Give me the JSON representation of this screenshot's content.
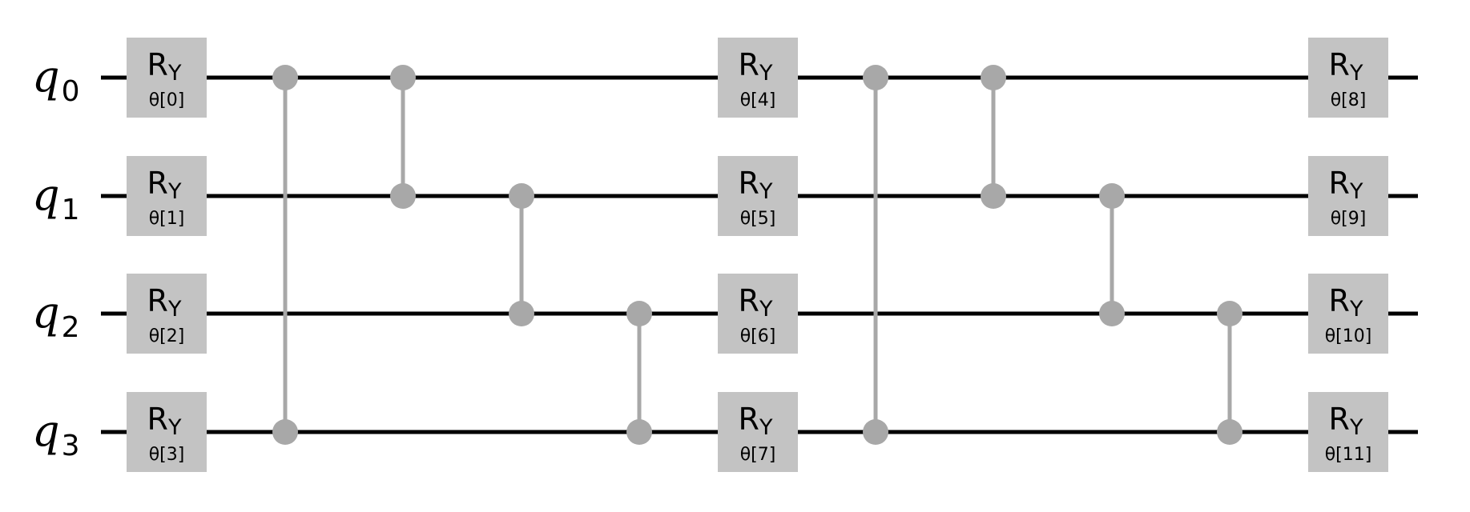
{
  "circuit": {
    "qubits": [
      {
        "label": "q",
        "index": "0"
      },
      {
        "label": "q",
        "index": "1"
      },
      {
        "label": "q",
        "index": "2"
      },
      {
        "label": "q",
        "index": "3"
      }
    ],
    "gates": [
      {
        "type": "RY",
        "name": "R",
        "sub": "Y",
        "param": "θ[0]",
        "qubit": 0,
        "column": 0
      },
      {
        "type": "RY",
        "name": "R",
        "sub": "Y",
        "param": "θ[1]",
        "qubit": 1,
        "column": 0
      },
      {
        "type": "RY",
        "name": "R",
        "sub": "Y",
        "param": "θ[2]",
        "qubit": 2,
        "column": 0
      },
      {
        "type": "RY",
        "name": "R",
        "sub": "Y",
        "param": "θ[3]",
        "qubit": 3,
        "column": 0
      },
      {
        "type": "CZ",
        "qubits": [
          0,
          3
        ],
        "column": 1
      },
      {
        "type": "CZ",
        "qubits": [
          0,
          1
        ],
        "column": 2
      },
      {
        "type": "CZ",
        "qubits": [
          1,
          2
        ],
        "column": 3
      },
      {
        "type": "CZ",
        "qubits": [
          2,
          3
        ],
        "column": 4
      },
      {
        "type": "RY",
        "name": "R",
        "sub": "Y",
        "param": "θ[4]",
        "qubit": 0,
        "column": 5
      },
      {
        "type": "RY",
        "name": "R",
        "sub": "Y",
        "param": "θ[5]",
        "qubit": 1,
        "column": 5
      },
      {
        "type": "RY",
        "name": "R",
        "sub": "Y",
        "param": "θ[6]",
        "qubit": 2,
        "column": 5
      },
      {
        "type": "RY",
        "name": "R",
        "sub": "Y",
        "param": "θ[7]",
        "qubit": 3,
        "column": 5
      },
      {
        "type": "CZ",
        "qubits": [
          0,
          3
        ],
        "column": 6
      },
      {
        "type": "CZ",
        "qubits": [
          0,
          1
        ],
        "column": 7
      },
      {
        "type": "CZ",
        "qubits": [
          1,
          2
        ],
        "column": 8
      },
      {
        "type": "CZ",
        "qubits": [
          2,
          3
        ],
        "column": 9
      },
      {
        "type": "RY",
        "name": "R",
        "sub": "Y",
        "param": "θ[8]",
        "qubit": 0,
        "column": 10
      },
      {
        "type": "RY",
        "name": "R",
        "sub": "Y",
        "param": "θ[9]",
        "qubit": 1,
        "column": 10
      },
      {
        "type": "RY",
        "name": "R",
        "sub": "Y",
        "param": "θ[10]",
        "qubit": 2,
        "column": 10
      },
      {
        "type": "RY",
        "name": "R",
        "sub": "Y",
        "param": "θ[11]",
        "qubit": 3,
        "column": 10
      }
    ],
    "colors": {
      "wire": "#000000",
      "gate_fill": "#c3c3c3",
      "cz": "#a8a8a8"
    }
  }
}
